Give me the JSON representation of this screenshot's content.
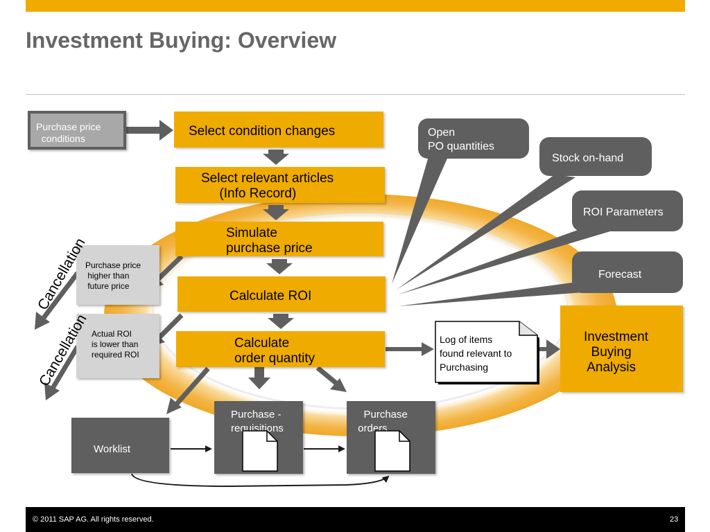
{
  "header": {
    "title": "Investment Buying: Overview"
  },
  "input": {
    "label": "Purchase price\n  conditions"
  },
  "steps": {
    "select_condition": "Select condition changes",
    "select_articles": "Select relevant articles\n     (Info Record)",
    "simulate": "Simulate\npurchase price",
    "calc_roi": "Calculate ROI",
    "calc_qty": "Calculate\norder quantity"
  },
  "inputs_right": {
    "open_po": "Open\nPO quantities",
    "stock": "Stock on-hand",
    "roi_params": "ROI Parameters",
    "forecast": "Forecast"
  },
  "side": {
    "price_higher": "Purchase price\n higher than\n future price",
    "roi_lower": "Actual ROI\nis lower than\nrequired ROI",
    "cancellation_1": "Cancellation",
    "cancellation_2": "Cancellation"
  },
  "log": {
    "text": "Log of items\nfound relevant to\nPurchasing"
  },
  "analysis": {
    "text": "Investment\n  Buying\n Analysis"
  },
  "outputs": {
    "worklist": "Worklist",
    "requisitions": "Purchase -\nrequisitions",
    "orders": "   Purchase\n orders"
  },
  "footer": {
    "copyright": "©  2011 SAP AG. All rights reserved.",
    "page": "23"
  },
  "colors": {
    "accent": "#f0ab00",
    "dark_grey": "#5f5f5f",
    "light_grey": "#d4d4d4"
  }
}
